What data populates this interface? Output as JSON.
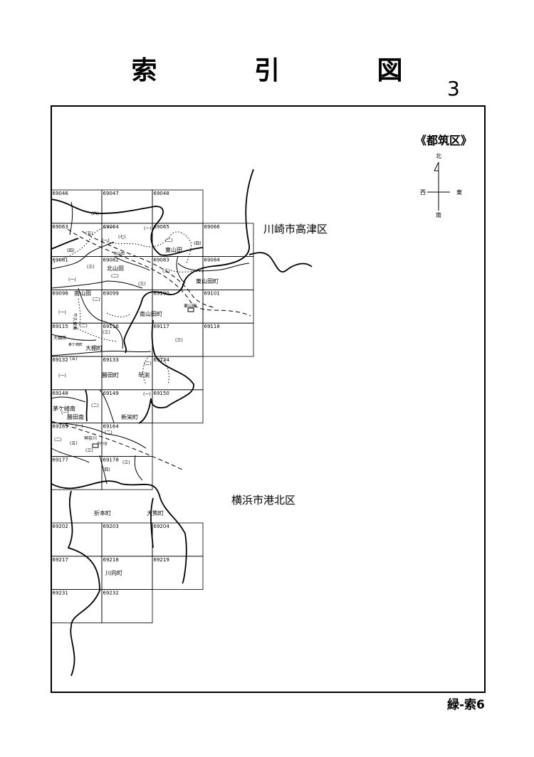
{
  "header": {
    "title": "索 引 図",
    "page_number": "3"
  },
  "ward_label": "《都筑区》",
  "compass": {
    "north": "北",
    "south": "南",
    "east": "東",
    "west": "西"
  },
  "adjacent_areas": {
    "kawasaki": "川崎市高津区",
    "kohoku": "横浜市港北区"
  },
  "sheets": [
    {
      "id": "69046"
    },
    {
      "id": "69047"
    },
    {
      "id": "69048"
    },
    {
      "id": "69063"
    },
    {
      "id": "69064"
    },
    {
      "id": "69065"
    },
    {
      "id": "69066"
    },
    {
      "id": "69081"
    },
    {
      "id": "69082"
    },
    {
      "id": "69083"
    },
    {
      "id": "69084"
    },
    {
      "id": "69098"
    },
    {
      "id": "69099"
    },
    {
      "id": "69100"
    },
    {
      "id": "69101"
    },
    {
      "id": "69115"
    },
    {
      "id": "69116"
    },
    {
      "id": "69117"
    },
    {
      "id": "69118"
    },
    {
      "id": "69132"
    },
    {
      "id": "69133"
    },
    {
      "id": "69134"
    },
    {
      "id": "69148"
    },
    {
      "id": "69149"
    },
    {
      "id": "69150"
    },
    {
      "id": "69163"
    },
    {
      "id": "69164"
    },
    {
      "id": "69177"
    },
    {
      "id": "69178"
    },
    {
      "id": "69202"
    },
    {
      "id": "69203"
    },
    {
      "id": "69204"
    },
    {
      "id": "69217"
    },
    {
      "id": "69218"
    },
    {
      "id": "69219"
    },
    {
      "id": "69231"
    },
    {
      "id": "69232"
    }
  ],
  "town_names": {
    "higashiyamata": "東山田",
    "kitayamata": "北山田",
    "kitayamata_station": "北山田",
    "higashiyamata_cho": "東山田町",
    "minamiyamata": "南山田",
    "minamiyamata_cho": "南山田町",
    "higashiyamata_station": "東山田",
    "ushikubo_higashi": "牛久保東",
    "okuma_nishi": "大棚西",
    "chigasaki_cho": "茅ケ崎町",
    "otana_cho": "大棚町",
    "katsuta_cho": "勝田町",
    "hayabuchi": "早渕",
    "chigasaki_minami": "茅ケ崎南",
    "katsuta_minami": "勝田南",
    "shinei_cho": "新栄町",
    "kanakita": "神奈川",
    "nakagawa": "中川台",
    "orimoto_cho": "折本町",
    "okuma_cho": "大熊町",
    "kawamuko_cho": "川向町"
  },
  "chome_marks": [
    "(一)",
    "(二)",
    "(三)",
    "(四)",
    "(五)",
    "(六)",
    "(七)"
  ],
  "footer": {
    "page_code": "緑-索6"
  }
}
